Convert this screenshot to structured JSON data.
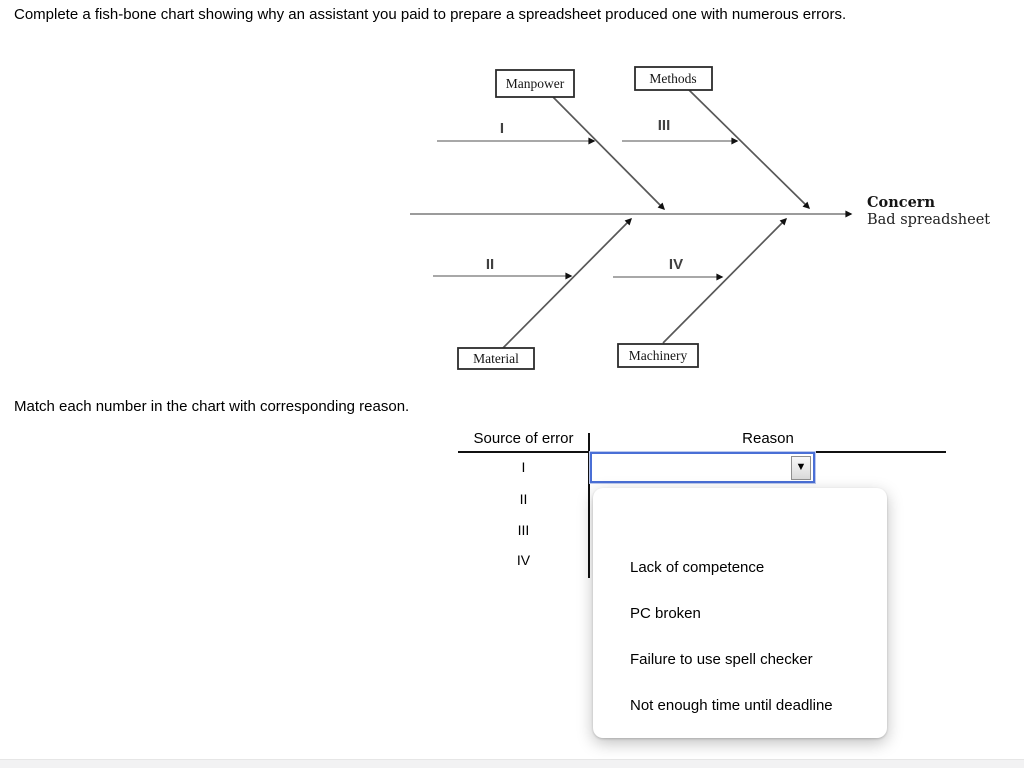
{
  "page": {
    "question": "Complete a fish-bone chart showing why an assistant you paid to prepare a spreadsheet produced one with numerous errors.",
    "instruction": "Match each number in the chart with corresponding reason."
  },
  "colors": {
    "focus_ring_blue": "#4a6fd6",
    "table_line_black": "#111111",
    "bottom_bar_gray": "#f2f2f3"
  },
  "diagram": {
    "category_boxes": {
      "top_left": "Manpower",
      "top_right": "Methods",
      "bottom_left": "Material",
      "bottom_right": "Machinery"
    },
    "bone_labels": {
      "one": "I",
      "two": "II",
      "three": "III",
      "four": "IV"
    },
    "effect": {
      "label": "Concern",
      "value": "Bad spreadsheet"
    }
  },
  "table": {
    "source_header": "Source of error",
    "reason_header": "Reason",
    "rows": [
      "I",
      "II",
      "III",
      "IV"
    ]
  },
  "dropdown": {
    "selected_value": "",
    "caret_icon": "▼",
    "options": [
      "",
      "Lack of competence",
      "PC broken",
      "Failure to use spell checker",
      "Not enough time until deadline"
    ]
  }
}
